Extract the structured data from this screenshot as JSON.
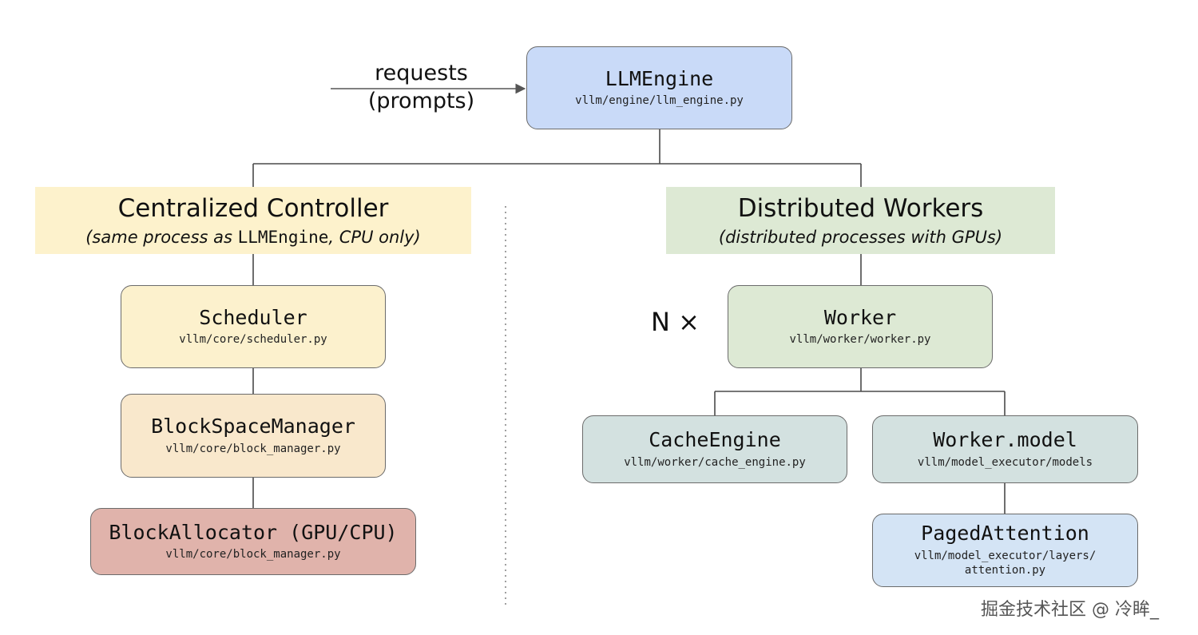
{
  "input": {
    "label_line1": "requests",
    "label_line2": "(prompts)"
  },
  "engine": {
    "name": "LLMEngine",
    "path": "vllm/engine/llm_engine.py",
    "color": "#c9daf8"
  },
  "controller": {
    "title": "Centralized Controller",
    "subtitle_prefix": "(same process as ",
    "subtitle_code": "LLMEngine",
    "subtitle_suffix": ", CPU only)",
    "color": "#fdf2cc",
    "boxes": [
      {
        "name": "Scheduler",
        "path": "vllm/core/scheduler.py",
        "color": "#fcf1cd"
      },
      {
        "name": "BlockSpaceManager",
        "path": "vllm/core/block_manager.py",
        "color": "#f9e8cc"
      },
      {
        "name": "BlockAllocator (GPU/CPU)",
        "path": "vllm/core/block_manager.py",
        "color": "#e0b3ab"
      }
    ]
  },
  "workers": {
    "title": "Distributed Workers",
    "subtitle": "(distributed processes with GPUs)",
    "color": "#dde9d4",
    "multiplier": "N ×",
    "worker": {
      "name": "Worker",
      "path": "vllm/worker/worker.py",
      "color": "#dde9d4"
    },
    "cache_engine": {
      "name": "CacheEngine",
      "path": "vllm/worker/cache_engine.py",
      "color": "#d3e1e0"
    },
    "worker_model": {
      "name": "Worker.model",
      "path": "vllm/model_executor/models",
      "color": "#d3e1e0"
    },
    "paged_attention": {
      "name": "PagedAttention",
      "path_line1": "vllm/model_executor/layers/",
      "path_line2": "attention.py",
      "color": "#d4e4f5"
    }
  },
  "watermark": "掘金技术社区 @ 冷眸_"
}
